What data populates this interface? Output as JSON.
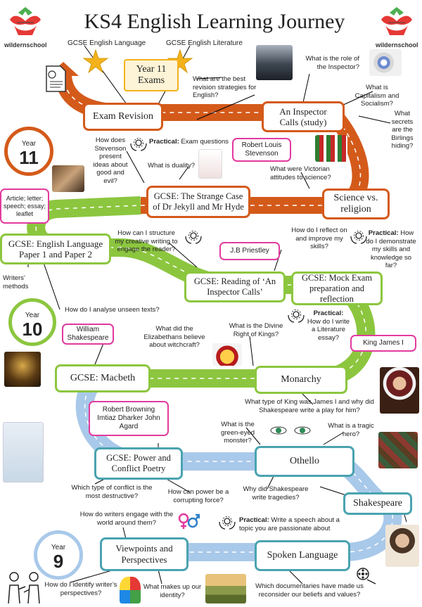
{
  "title": "KS4 English Learning Journey",
  "school_logo_text": "wildernschool",
  "top_labels": {
    "gcse_language": "GCSE English Language",
    "gcse_literature": "GCSE English Literature"
  },
  "year_labels": {
    "word": "Year",
    "y11": "11",
    "y10": "10",
    "y9": "9"
  },
  "units": {
    "year11_exams": "Year 11 Exams",
    "exam_revision": "Exam Revision",
    "inspector_calls_study": "An Inspector Calls (study)",
    "jekyll_hyde": "GCSE: The Strange Case of Dr Jekyll and Mr Hyde",
    "science_religion": "Science vs. religion",
    "english_language_papers": "GCSE: English Language Paper 1 and Paper 2",
    "reading_inspector": "GCSE: Reading of ‘An Inspector Calls’",
    "mock_exam": "GCSE: Mock Exam preparation and reflection",
    "macbeth": "GCSE: Macbeth",
    "monarchy": "Monarchy",
    "power_conflict": "GCSE: Power and Conflict Poetry",
    "othello": "Othello",
    "shakespeare": "Shakespeare",
    "viewpoints": "Viewpoints and Perspectives",
    "spoken_language": "Spoken Language"
  },
  "callouts": {
    "stevenson": "Robert Louis Stevenson",
    "priestley": "J.B Priestley",
    "text_types": "Article; letter; speech; essay; leaflet",
    "shakespeare": "William Shakespeare",
    "james": "King James I",
    "poets": "Robert Browning Imtiaz Dharker John Agard"
  },
  "questions": {
    "revision_strategies": "What are the best revision strategies for English?",
    "inspector_role": "What is the role of the Inspector?",
    "capitalism": "What is Capitalism and Socialism?",
    "birlings": "What secrets are the Birlings hiding?",
    "stevenson_ideas": "How does Stevenson present ideas about good and evil?",
    "duality": "What is duality?",
    "victorian": "What were Victorian attitudes to science?",
    "creative_writing": "How can I structure my creative writing to engage the reader?",
    "reflect": "How do I reflect on and improve my skills?",
    "writers_methods": "Writers’ methods",
    "unseen": "How do I analyse unseen texts?",
    "witchcraft": "What did the Elizabethans believe about witchcraft?",
    "divine_right": "What is the Divine Right of Kings?",
    "king_james": "What type of King was James I and why did Shakespeare write a play for him?",
    "green_eyed": "What is the green-eyed monster?",
    "tragic_hero": "What is a tragic hero?",
    "conflict": "Which type of conflict is the most destructive?",
    "power": "How can power be a corrupting force?",
    "tragedies": "Why did Shakespeare write tragedies?",
    "writers_engage": "How do writers engage with the world around them?",
    "perspectives": "How do I identify writer’s perspectives?",
    "identity": "What makes up our identity?",
    "documentaries": "Which documentaries have made us reconsider our beliefs and values?"
  },
  "practicals": {
    "label": "Practical:",
    "exam_questions": "Exam questions",
    "demonstrate": "How do I demonstrate my skills and knowledge so far?",
    "literature_essay": "How do I write a Literature essay?",
    "speech": "Write a speech about a topic you are passionate about"
  },
  "colors": {
    "orange": "#d45a1a",
    "green": "#8cc63f",
    "blue": "#a9c9ea",
    "teal": "#4aa3b0",
    "pink": "#e23a9e",
    "star": "#f3b21b"
  }
}
